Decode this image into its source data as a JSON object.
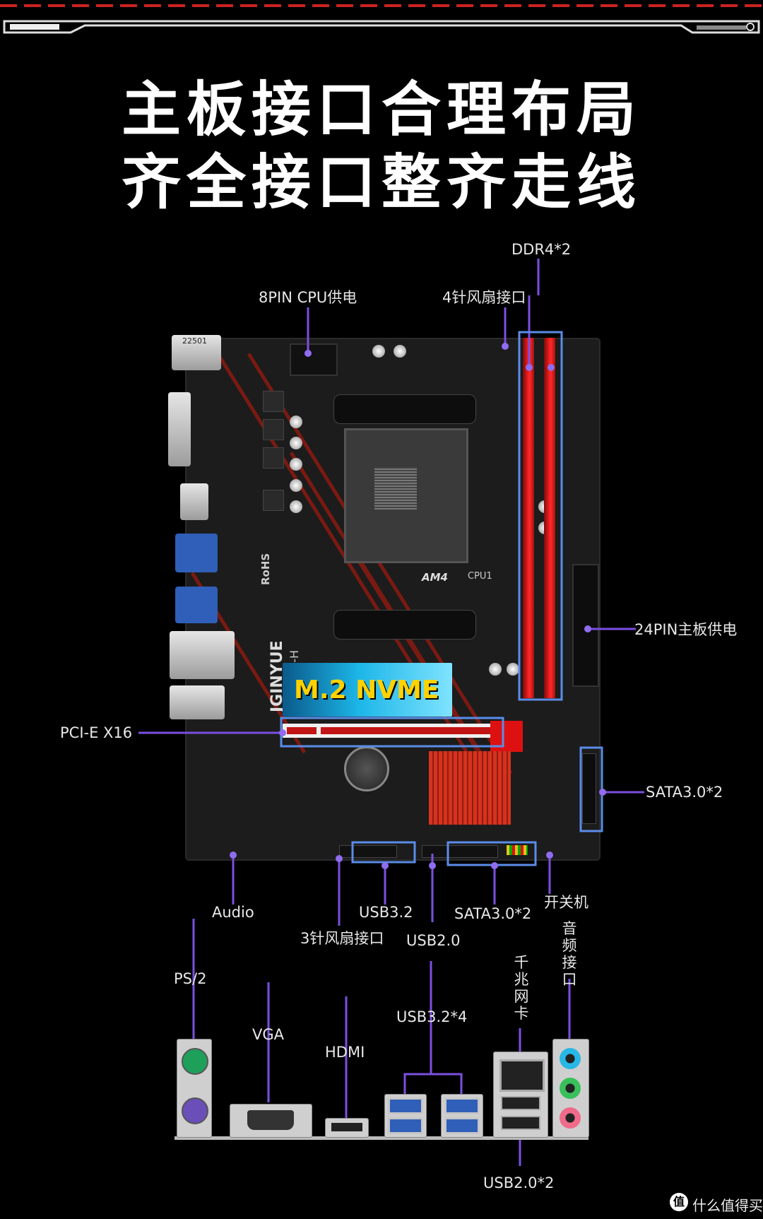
{
  "headline": {
    "line1": "主板接口合理布局",
    "line2": "齐全接口整齐走线"
  },
  "board": {
    "socket_text": "AM4",
    "cpu_text": "CPU1",
    "brand_text": "JGINYUE",
    "model_text": "A520M-H",
    "m2_badge": "M.2 NVME",
    "sticker": "22501",
    "rohs": "RoHS"
  },
  "labels": {
    "ddr4": "DDR4*2",
    "cpu_power": "8PIN CPU供电",
    "fan4": "4针风扇接口",
    "main_power": "24PIN主板供电",
    "pcie": "PCI-E X16",
    "sata_right": "SATA3.0*2",
    "audio_hdr": "Audio",
    "fan3": "3针风扇接口",
    "usb32_hdr": "USB3.2",
    "usb20_hdr": "USB2.0",
    "sata_bottom": "SATA3.0*2",
    "power_sw": "开关机"
  },
  "io_labels": {
    "ps2": "PS/2",
    "vga": "VGA",
    "hdmi": "HDMI",
    "usb32x4": "USB3.2*4",
    "lan": "千兆网卡",
    "audio": "音频接口",
    "usb20x2": "USB2.0*2"
  },
  "watermark": "什么值得买",
  "colors": {
    "accent_line": "#7b4fe0",
    "callout_box": "#5a8de8",
    "dimm_red": "#e11b1b",
    "heatsink_red": "#d7321f",
    "m2_gradient_start": "#1cb6e8",
    "m2_text": "#ffd200"
  }
}
